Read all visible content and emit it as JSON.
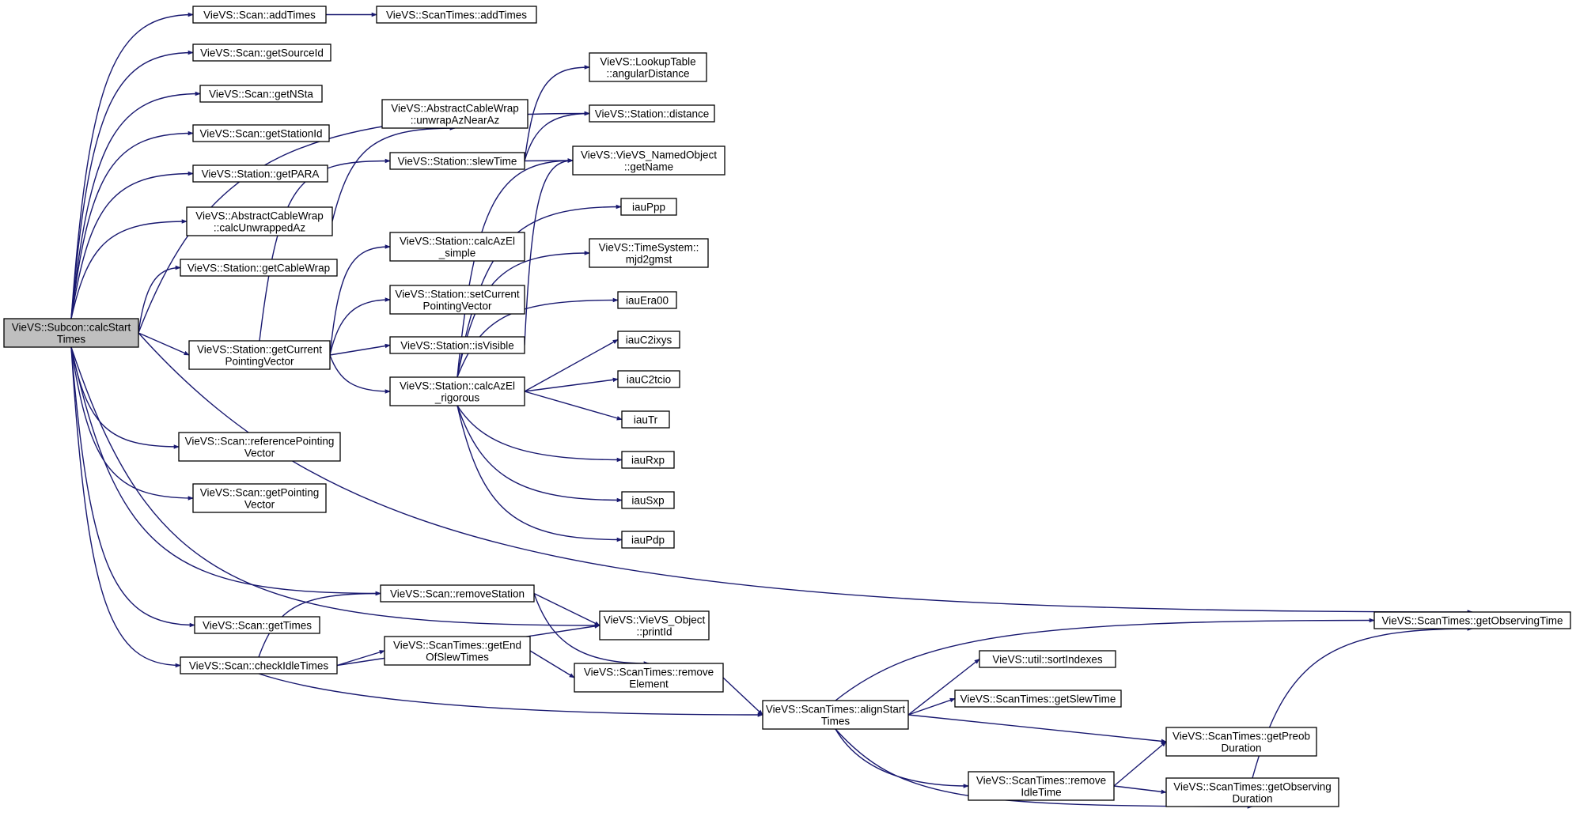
{
  "graph": {
    "edge_color": "#191970",
    "root_fill": "#bfbfbf",
    "root": "calcStartTimes",
    "nodes": [
      {
        "id": "calcStartTimes",
        "lines": [
          "VieVS::Subcon::calcStart",
          "Times"
        ]
      },
      {
        "id": "scanAddTimes",
        "lines": [
          "VieVS::Scan::addTimes"
        ]
      },
      {
        "id": "scanTimesAddTimes",
        "lines": [
          "VieVS::ScanTimes::addTimes"
        ]
      },
      {
        "id": "getSourceId",
        "lines": [
          "VieVS::Scan::getSourceId"
        ]
      },
      {
        "id": "getNSta",
        "lines": [
          "VieVS::Scan::getNSta"
        ]
      },
      {
        "id": "getStationId",
        "lines": [
          "VieVS::Scan::getStationId"
        ]
      },
      {
        "id": "getPARA",
        "lines": [
          "VieVS::Station::getPARA"
        ]
      },
      {
        "id": "calcUnwrappedAz",
        "lines": [
          "VieVS::AbstractCableWrap",
          "::calcUnwrappedAz"
        ]
      },
      {
        "id": "getCableWrap",
        "lines": [
          "VieVS::Station::getCableWrap"
        ]
      },
      {
        "id": "getCurrentPointingVector",
        "lines": [
          "VieVS::Station::getCurrent",
          "PointingVector"
        ]
      },
      {
        "id": "referencePointingVector",
        "lines": [
          "VieVS::Scan::referencePointing",
          "Vector"
        ]
      },
      {
        "id": "getPointingVector",
        "lines": [
          "VieVS::Scan::getPointing",
          "Vector"
        ]
      },
      {
        "id": "getTimes",
        "lines": [
          "VieVS::Scan::getTimes"
        ]
      },
      {
        "id": "checkIdleTimes",
        "lines": [
          "VieVS::Scan::checkIdleTimes"
        ]
      },
      {
        "id": "unwrapAzNearAz",
        "lines": [
          "VieVS::AbstractCableWrap",
          "::unwrapAzNearAz"
        ]
      },
      {
        "id": "slewTime",
        "lines": [
          "VieVS::Station::slewTime"
        ]
      },
      {
        "id": "calcAzElSimple",
        "lines": [
          "VieVS::Station::calcAzEl",
          "_simple"
        ]
      },
      {
        "id": "setCurrentPointingVector",
        "lines": [
          "VieVS::Station::setCurrent",
          "PointingVector"
        ]
      },
      {
        "id": "isVisible",
        "lines": [
          "VieVS::Station::isVisible"
        ]
      },
      {
        "id": "calcAzElRigorous",
        "lines": [
          "VieVS::Station::calcAzEl",
          "_rigorous"
        ]
      },
      {
        "id": "removeStation",
        "lines": [
          "VieVS::Scan::removeStation"
        ]
      },
      {
        "id": "getEndOfSlewTimes",
        "lines": [
          "VieVS::ScanTimes::getEnd",
          "OfSlewTimes"
        ]
      },
      {
        "id": "angularDistance",
        "lines": [
          "VieVS::LookupTable",
          "::angularDistance"
        ]
      },
      {
        "id": "distance",
        "lines": [
          "VieVS::Station::distance"
        ]
      },
      {
        "id": "getName",
        "lines": [
          "VieVS::VieVS_NamedObject",
          "::getName"
        ]
      },
      {
        "id": "iauPpp",
        "lines": [
          "iauPpp"
        ]
      },
      {
        "id": "mjd2gmst",
        "lines": [
          "VieVS::TimeSystem::",
          "mjd2gmst"
        ]
      },
      {
        "id": "iauEra00",
        "lines": [
          "iauEra00"
        ]
      },
      {
        "id": "iauC2ixys",
        "lines": [
          "iauC2ixys"
        ]
      },
      {
        "id": "iauC2tcio",
        "lines": [
          "iauC2tcio"
        ]
      },
      {
        "id": "iauTr",
        "lines": [
          "iauTr"
        ]
      },
      {
        "id": "iauRxp",
        "lines": [
          "iauRxp"
        ]
      },
      {
        "id": "iauSxp",
        "lines": [
          "iauSxp"
        ]
      },
      {
        "id": "iauPdp",
        "lines": [
          "iauPdp"
        ]
      },
      {
        "id": "printId",
        "lines": [
          "VieVS::VieVS_Object",
          "::printId"
        ]
      },
      {
        "id": "removeElement",
        "lines": [
          "VieVS::ScanTimes::remove",
          "Element"
        ]
      },
      {
        "id": "alignStartTimes",
        "lines": [
          "VieVS::ScanTimes::alignStart",
          "Times"
        ]
      },
      {
        "id": "sortIndexes",
        "lines": [
          "VieVS::util::sortIndexes"
        ]
      },
      {
        "id": "getSlewTime",
        "lines": [
          "VieVS::ScanTimes::getSlewTime"
        ]
      },
      {
        "id": "getPreobDuration",
        "lines": [
          "VieVS::ScanTimes::getPreob",
          "Duration"
        ]
      },
      {
        "id": "removeIdleTime",
        "lines": [
          "VieVS::ScanTimes::remove",
          "IdleTime"
        ]
      },
      {
        "id": "getObservingDuration",
        "lines": [
          "VieVS::ScanTimes::getObserving",
          "Duration"
        ]
      },
      {
        "id": "getObservingTime",
        "lines": [
          "VieVS::ScanTimes::getObservingTime"
        ]
      }
    ]
  }
}
